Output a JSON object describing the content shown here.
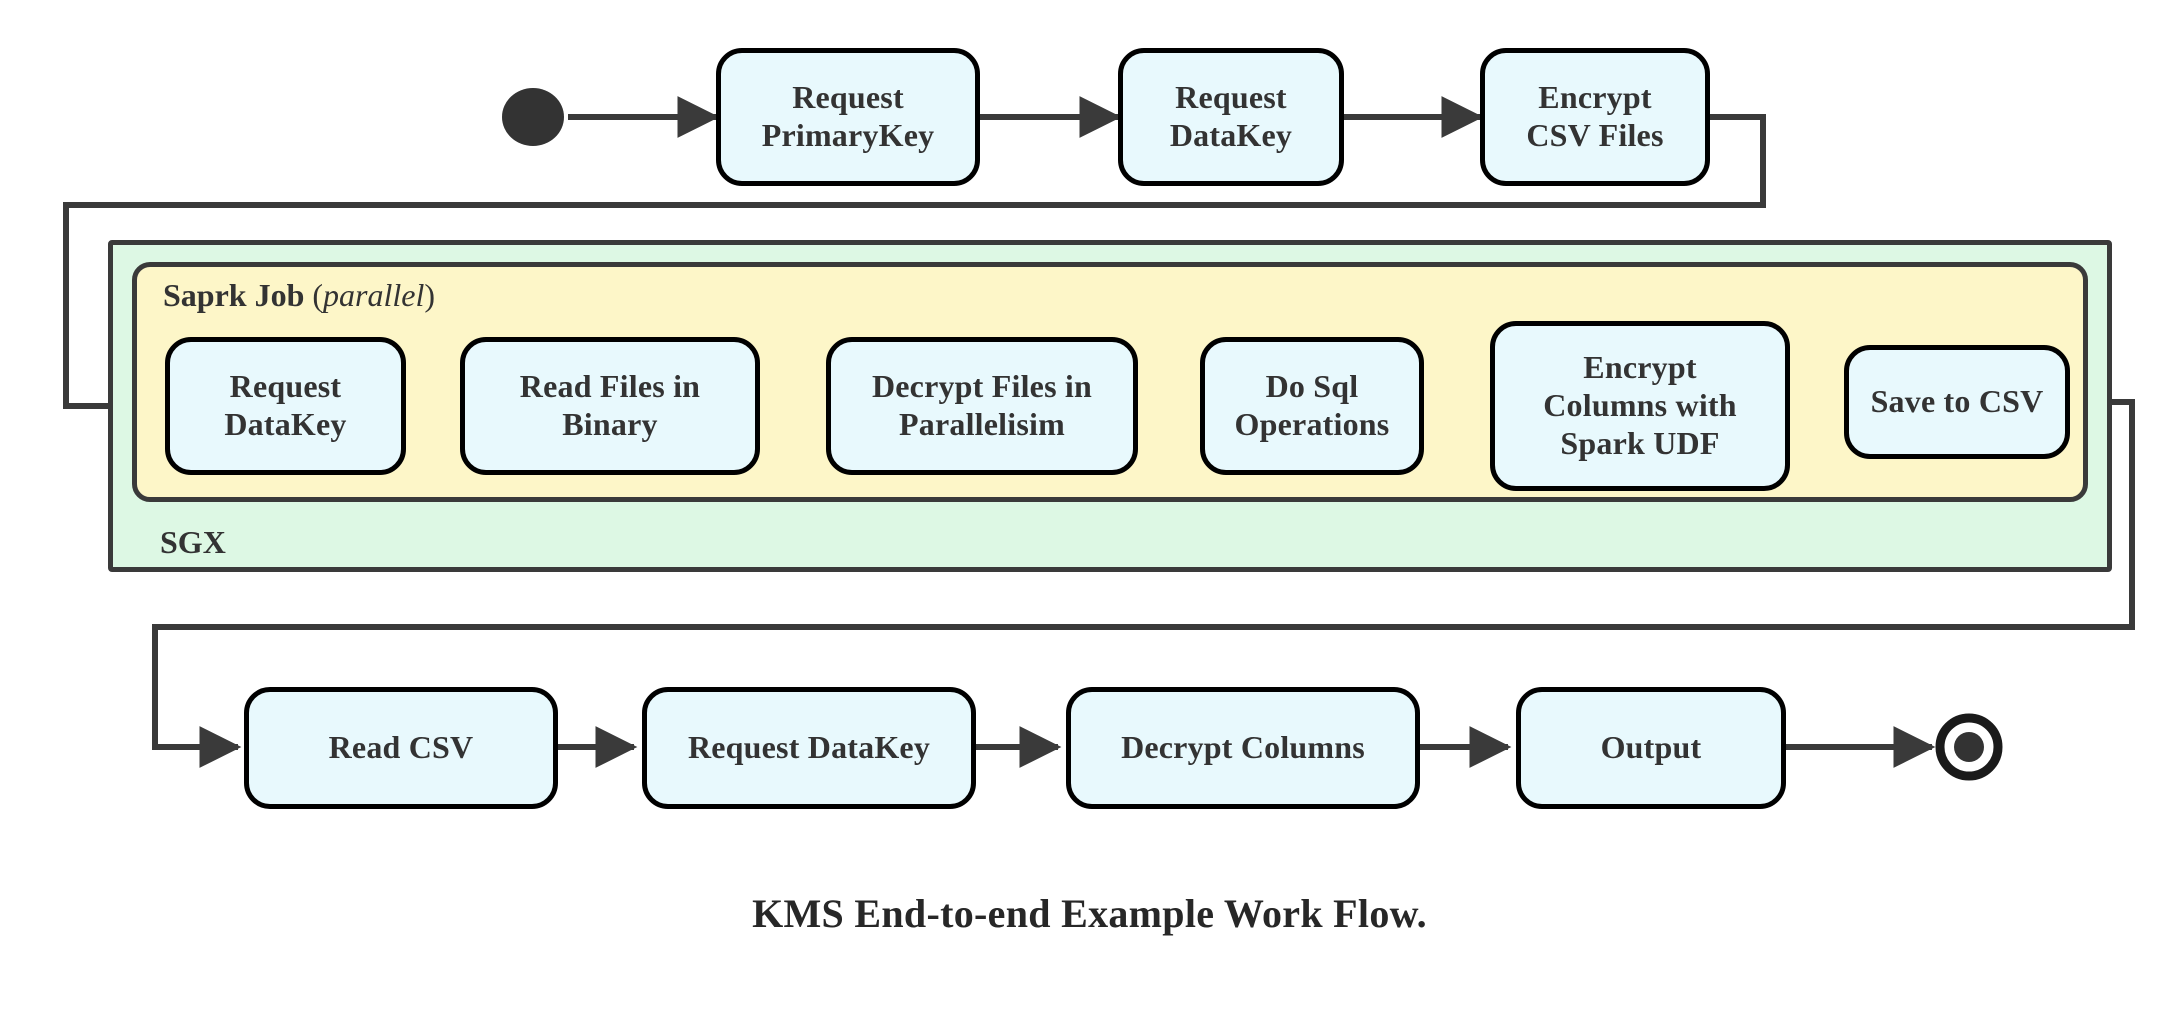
{
  "diagram": {
    "caption": "KMS End-to-end Example Work Flow.",
    "colors": {
      "node_fill": "#e8f9fd",
      "node_stroke": "#000000",
      "sgx_fill": "#ddf8e4",
      "spark_fill": "#fdf6c8",
      "container_stroke": "#3a3a3a",
      "connector": "#3a3a3a",
      "text": "#333333",
      "background": "#ffffff"
    },
    "groups": {
      "sgx": {
        "label": "SGX",
        "label_position": "bottom-left"
      },
      "spark": {
        "label_bold": "Saprk Job",
        "label_paren_open": "(",
        "label_italic": "parallel",
        "label_paren_close": ")",
        "label_position": "top-left"
      }
    },
    "start_node": {
      "name": "start",
      "shape": "filled-circle"
    },
    "end_node": {
      "name": "end",
      "shape": "double-circle-filled"
    },
    "rows": {
      "top": [
        {
          "id": "request-primarykey",
          "lines": [
            "Request",
            "PrimaryKey"
          ]
        },
        {
          "id": "request-datakey-top",
          "lines": [
            "Request",
            "DataKey"
          ]
        },
        {
          "id": "encrypt-csv-files",
          "lines": [
            "Encrypt",
            "CSV Files"
          ]
        }
      ],
      "spark": [
        {
          "id": "request-datakey-spark",
          "lines": [
            "Request",
            "DataKey"
          ]
        },
        {
          "id": "read-files-in-binary",
          "lines": [
            "Read Files in",
            "Binary"
          ]
        },
        {
          "id": "decrypt-files-in-parallelisim",
          "lines": [
            "Decrypt Files in",
            "Parallelisim"
          ]
        },
        {
          "id": "do-sql-operations",
          "lines": [
            "Do Sql",
            "Operations"
          ]
        },
        {
          "id": "encrypt-columns-with-spark-udf",
          "lines": [
            "Encrypt",
            "Columns with",
            "Spark UDF"
          ]
        },
        {
          "id": "save-to-csv",
          "lines": [
            "Save to CSV"
          ]
        }
      ],
      "bottom": [
        {
          "id": "read-csv",
          "lines": [
            "Read CSV"
          ]
        },
        {
          "id": "request-datakey-bottom",
          "lines": [
            "Request DataKey"
          ]
        },
        {
          "id": "decrypt-columns",
          "lines": [
            "Decrypt Columns"
          ]
        },
        {
          "id": "output",
          "lines": [
            "Output"
          ]
        }
      ]
    },
    "flow_sequence": [
      "start",
      "Request PrimaryKey",
      "Request DataKey",
      "Encrypt CSV Files",
      "Request DataKey",
      "Read Files in Binary",
      "Decrypt Files in Parallelisim",
      "Do Sql Operations",
      "Encrypt Columns with Spark UDF",
      "Save to CSV",
      "Read CSV",
      "Request DataKey",
      "Decrypt Columns",
      "Output",
      "end"
    ]
  }
}
